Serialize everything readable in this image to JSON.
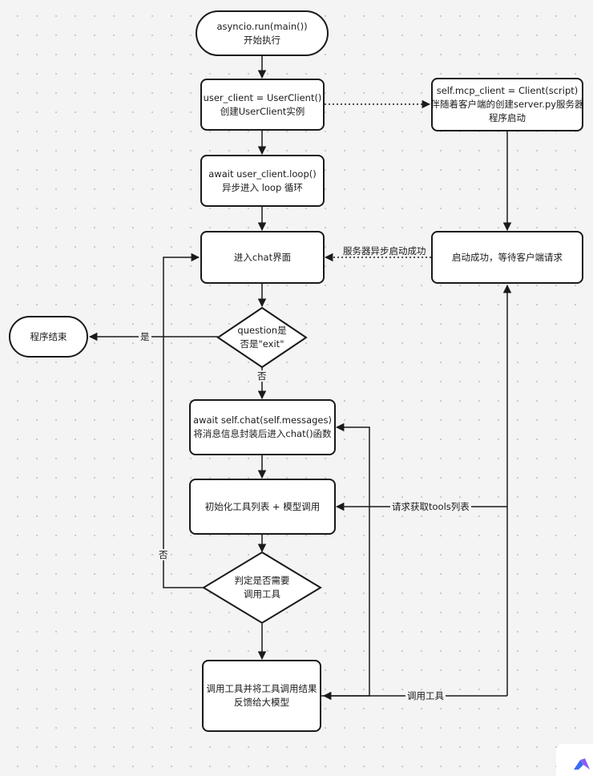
{
  "nodes": {
    "start": {
      "line1": "asyncio.run(main())",
      "line2": "开始执行"
    },
    "create_client": {
      "line1": "user_client = UserClient()",
      "line2": "创建UserClient实例"
    },
    "loop": {
      "line1": "await user_client.loop()",
      "line2": "异步进入 loop 循环"
    },
    "chat_ui": {
      "line1": "进入chat界面"
    },
    "question_check": {
      "line1": "question是",
      "line2": "否是\"exit\""
    },
    "program_end": {
      "line1": "程序结束"
    },
    "self_chat": {
      "line1": "await self.chat(self.messages)",
      "line2": "将消息信息封装后进入chat()函数"
    },
    "init_tools": {
      "line1": "初始化工具列表 + 模型调用"
    },
    "tool_decision": {
      "line1": "判定是否需要",
      "line2": "调用工具"
    },
    "call_tools": {
      "line1": "调用工具并将工具调用结果",
      "line2": "反馈给大模型"
    },
    "mcp_client": {
      "line1": "self.mcp_client = Client(script)",
      "line2": "伴随着客户端的创建server.py服务器",
      "line3": "程序启动"
    },
    "server_ready": {
      "line1": "启动成功，等待客户端请求"
    }
  },
  "edge_labels": {
    "server_async_started": "服务器异步启动成功",
    "yes": "是",
    "no_question": "否",
    "no_decision": "否",
    "request_tools": "请求获取tools列表",
    "call_tool": "调用工具"
  },
  "colors": {
    "line": "#1a1a1a",
    "background": "#f4f4f4",
    "node_fill": "#ffffff"
  }
}
